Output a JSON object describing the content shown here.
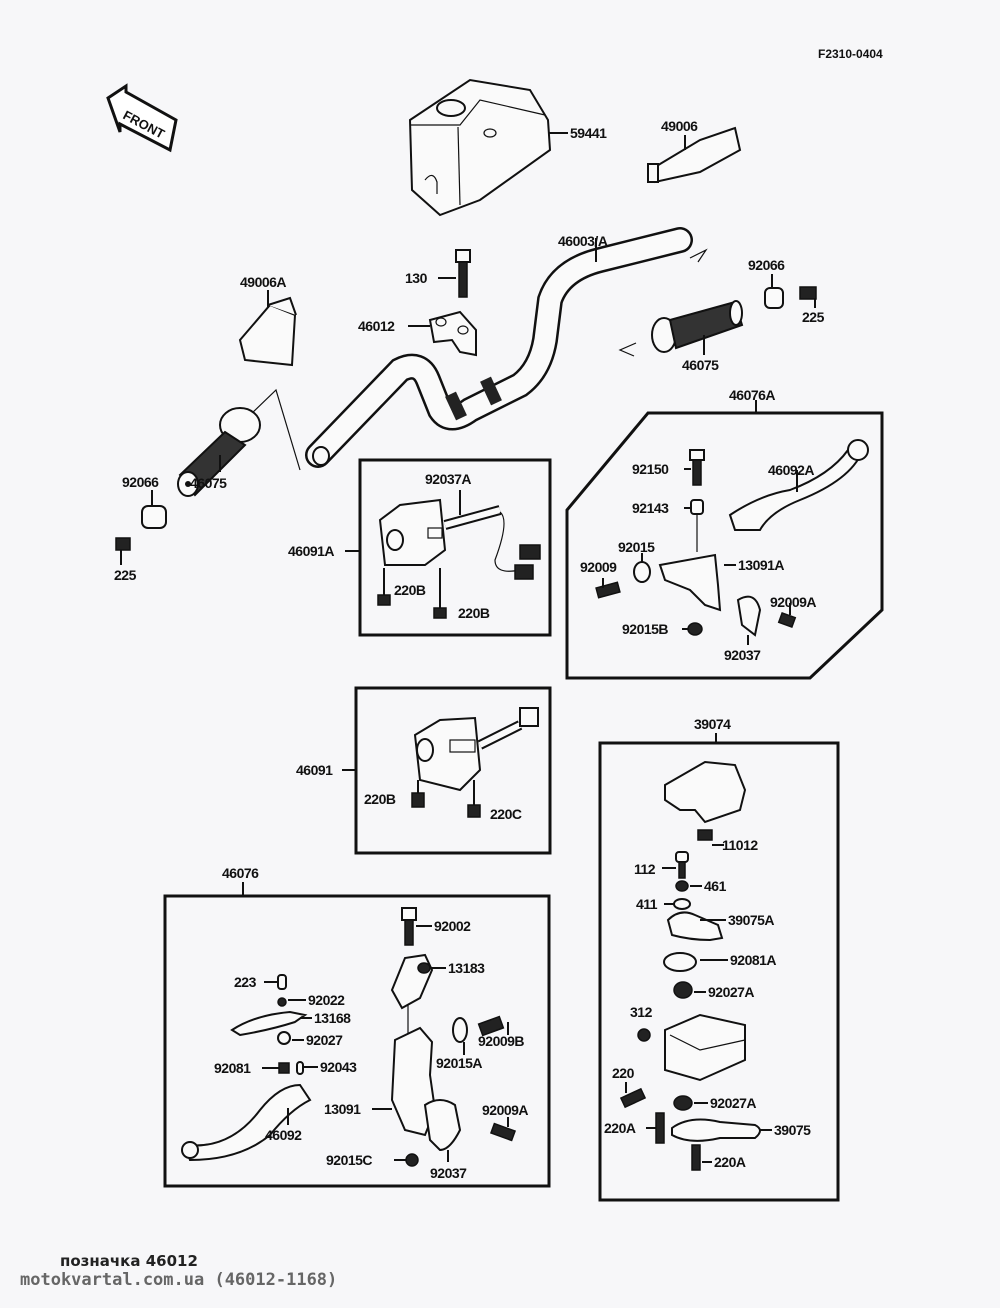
{
  "diagram_code": "F2310-0404",
  "front_arrow": "FRONT",
  "labels": {
    "p59441": "59441",
    "p49006": "49006",
    "p46003A": "46003/A",
    "p49006A": "49006A",
    "p130": "130",
    "p46012": "46012",
    "p92066_r": "92066",
    "p225_r": "225",
    "p46075_r": "46075",
    "p46075_l": "46075",
    "p92066_l": "92066",
    "p225_l": "225",
    "p46076A": "46076A",
    "p92150": "92150",
    "p46092A": "46092A",
    "p92143": "92143",
    "p92015": "92015",
    "p92009": "92009",
    "p13091A": "13091A",
    "p92009A_a": "92009A",
    "p92015B": "92015B",
    "p92037_a": "92037",
    "p92037A": "92037A",
    "p46091A": "46091A",
    "p220B_1": "220B",
    "p220B_2": "220B",
    "p46091": "46091",
    "p220B_3": "220B",
    "p220C": "220C",
    "p39074": "39074",
    "p11012": "11012",
    "p112": "112",
    "p461": "461",
    "p411": "411",
    "p39075A": "39075A",
    "p92081A": "92081A",
    "p92027A_1": "92027A",
    "p312": "312",
    "p220": "220",
    "p92027A_2": "92027A",
    "p220A_1": "220A",
    "p39075": "39075",
    "p220A_2": "220A",
    "p46076": "46076",
    "p92002": "92002",
    "p13183": "13183",
    "p223": "223",
    "p92022": "92022",
    "p13168": "13168",
    "p92027": "92027",
    "p92009B": "92009B",
    "p92015A": "92015A",
    "p92081": "92081",
    "p92043": "92043",
    "p13091": "13091",
    "p92009A_b": "92009A",
    "p46092": "46092",
    "p92015C": "92015C",
    "p92037_b": "92037"
  },
  "footer": {
    "caption": "позначка 46012",
    "watermark": "motokvartal.com.ua (46012-1168)"
  }
}
